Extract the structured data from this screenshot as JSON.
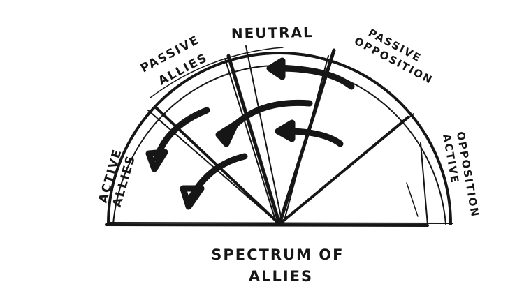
{
  "title": "SPECTRUM OF ALLIES",
  "title_lines": [
    "SPECTRUM OF",
    "ALLIES"
  ],
  "segments": [
    {
      "key": "active-allies",
      "lines": [
        "ACTIVE",
        "ALLIES"
      ]
    },
    {
      "key": "passive-allies",
      "lines": [
        "PASSIVE",
        "ALLIES"
      ]
    },
    {
      "key": "neutral",
      "lines": [
        "NEUTRAL"
      ]
    },
    {
      "key": "passive-opposition",
      "lines": [
        "PASSIVE",
        "OPPOSITION"
      ]
    },
    {
      "key": "active-opposition",
      "lines": [
        "ACTIVE",
        "OPPOSITION"
      ]
    }
  ],
  "arrow_count": 5,
  "colors": {
    "ink": "#161616",
    "paper": "#ffffff"
  }
}
